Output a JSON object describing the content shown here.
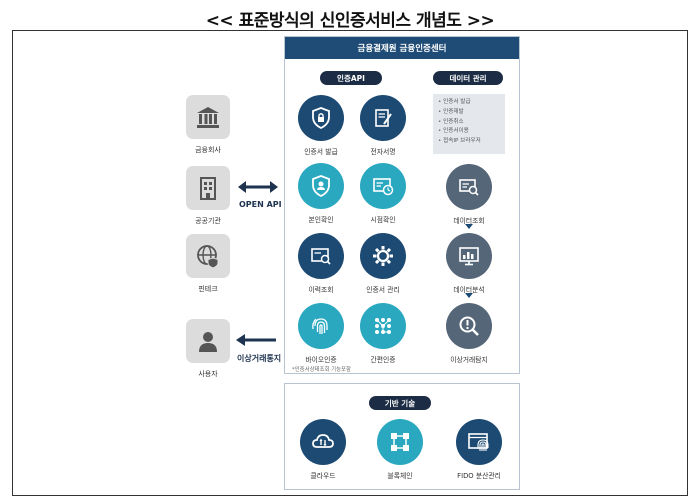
{
  "title": "<< 표준방식의 신인증서비스 개념도 >>",
  "left_entities": [
    {
      "label": "금융회사",
      "icon": "bank-icon"
    },
    {
      "label": "공공기관",
      "icon": "building-icon"
    },
    {
      "label": "핀테크",
      "icon": "globe-shield-icon"
    },
    {
      "label": "사용자",
      "icon": "user-icon"
    }
  ],
  "arrows": {
    "open_api": "OPEN API",
    "fraud_notice": "이상거래통지"
  },
  "center": {
    "header": "금융결제원 금융인증센터",
    "auth_api_label": "인증API",
    "data_mgmt_label": "데이터 관리",
    "auth_items": [
      {
        "label": "인증서 발급",
        "icon": "shield-lock-icon",
        "color": "#1c4a72"
      },
      {
        "label": "전자서명",
        "icon": "document-sign-icon",
        "color": "#1c4a72"
      },
      {
        "label": "본인확인",
        "icon": "user-shield-icon",
        "color": "#2aa8c0"
      },
      {
        "label": "시점확인",
        "icon": "time-stamp-icon",
        "color": "#2aa8c0"
      },
      {
        "label": "이력조회",
        "icon": "history-search-icon",
        "color": "#1c4a72"
      },
      {
        "label": "인증서 관리",
        "icon": "gear-icon",
        "color": "#1c4a72"
      },
      {
        "label": "바이오인증",
        "icon": "fingerprint-icon",
        "color": "#2aa8c0"
      },
      {
        "label": "간편인증",
        "icon": "dot-pattern-icon",
        "color": "#2aa8c0"
      }
    ],
    "data_list": [
      "인증서 발급",
      "인증재발",
      "인증취소",
      "인증서이용",
      "접속IP 브라우저"
    ],
    "data_items": [
      {
        "label": "데이터조회",
        "icon": "data-search-icon",
        "color": "#566679"
      },
      {
        "label": "데이터분석",
        "icon": "bar-chart-icon",
        "color": "#566679"
      },
      {
        "label": "이상거래탐지",
        "icon": "alert-search-icon",
        "color": "#566679"
      }
    ],
    "note": "*인증서상태조회 기능포함"
  },
  "base": {
    "label": "기반 기술",
    "items": [
      {
        "label": "클라우드",
        "icon": "cloud-icon",
        "color": "#1c4a72"
      },
      {
        "label": "블록체인",
        "icon": "blockchain-icon",
        "color": "#2aa8c0"
      },
      {
        "label": "FIDO 분산관리",
        "icon": "fido-fingerprint-icon",
        "color": "#1c4a72"
      }
    ]
  }
}
